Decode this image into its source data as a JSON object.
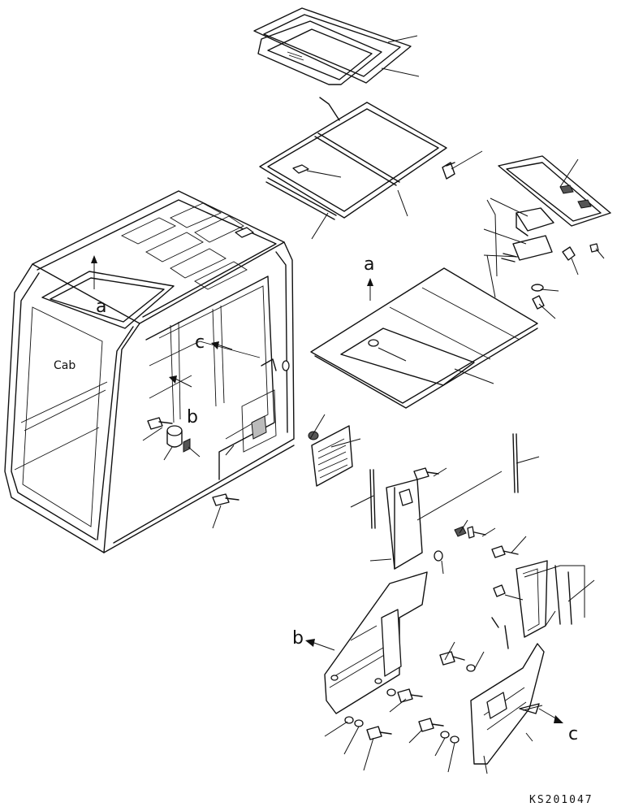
{
  "diagram": {
    "labels": {
      "a_top": "a",
      "a_roof": "a",
      "b_side": "b",
      "b_arrow": "b",
      "c_side": "c",
      "c_arrow": "c",
      "cab": "Cab"
    },
    "drawing_code": "KS201047"
  }
}
